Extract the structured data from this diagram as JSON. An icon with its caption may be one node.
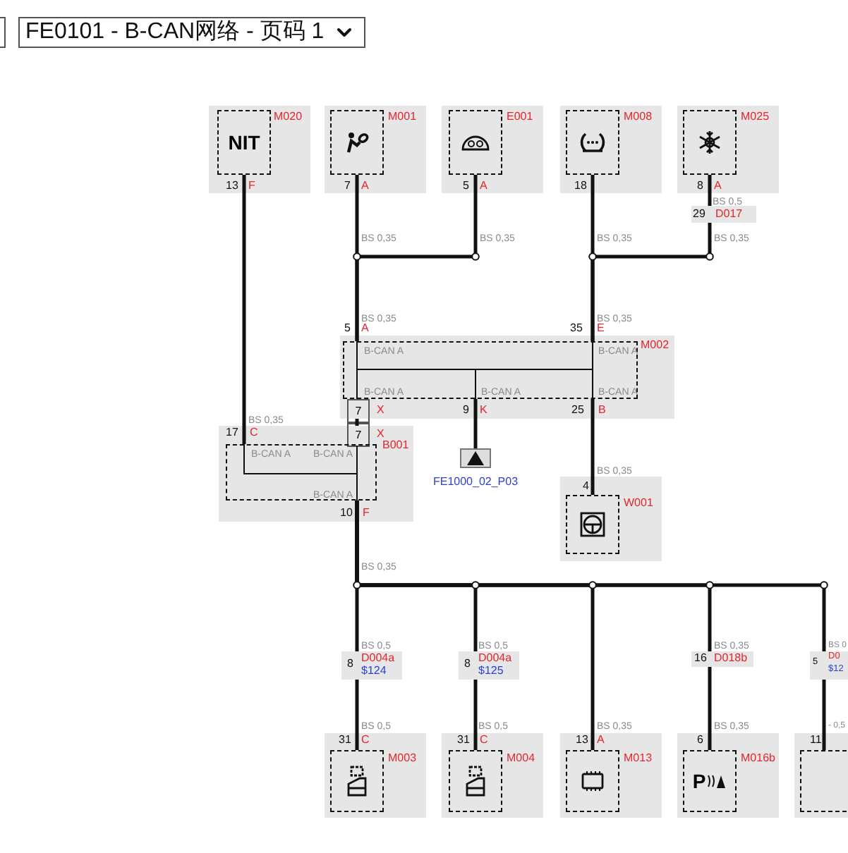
{
  "diagram": {
    "title": "FE0101 - B-CAN网络 - 页码 1",
    "nodes": [
      {
        "text": [
          "M020"
        ],
        "beside": [
          "13",
          "F"
        ]
      },
      {
        "text": [
          "NIT"
        ],
        "in": 0
      },
      {
        "text": [
          "M001"
        ],
        "beside": [
          "7",
          "A"
        ]
      },
      {
        "text": [],
        "shape": "picture",
        "in": 2
      },
      {
        "text": [
          "E001"
        ],
        "beside": [
          "5",
          "A"
        ]
      },
      {
        "text": [],
        "shape": "picture",
        "in": 4
      },
      {
        "text": [
          "M008"
        ],
        "beside": [
          "18"
        ]
      },
      {
        "text": [],
        "shape": "picture",
        "in": 6
      },
      {
        "text": [
          "M025"
        ],
        "beside": [
          "8",
          "A"
        ]
      },
      {
        "text": [],
        "shape": "picture",
        "in": 8
      },
      {
        "text": [
          "29",
          "D017"
        ]
      },
      {
        "text": [
          "M002"
        ],
        "beside": [
          "5",
          "A",
          "35",
          "E",
          "7",
          "X",
          "9",
          "K",
          "25",
          "B"
        ]
      },
      {
        "text": [
          "B-CAN A",
          "B-CAN A",
          "B-CAN A",
          "B-CAN A",
          "B-CAN A"
        ],
        "in": 11
      },
      {
        "text": [
          "B001"
        ],
        "beside": [
          "17",
          "C",
          "7",
          "X",
          "10",
          "F"
        ]
      },
      {
        "text": [
          "B-CAN A",
          "B-CAN A",
          "B-CAN A"
        ],
        "in": 13
      },
      {
        "text": [
          "FE1000_02_P03"
        ]
      },
      {
        "text": [
          "W001"
        ],
        "beside": [
          "4"
        ]
      },
      {
        "text": [],
        "shape": "picture",
        "in": 16
      },
      {
        "text": [
          "8",
          "D004a",
          "$124"
        ]
      },
      {
        "text": [
          "8",
          "D004a",
          "$125"
        ]
      },
      {
        "text": [
          "16",
          "D018b"
        ]
      },
      {
        "text": [
          "5",
          "D0",
          "$12"
        ]
      },
      {
        "text": [
          "M003"
        ],
        "beside": [
          "31",
          "C"
        ]
      },
      {
        "text": [],
        "shape": "picture",
        "in": 22
      },
      {
        "text": [
          "M004"
        ],
        "beside": [
          "31",
          "C"
        ]
      },
      {
        "text": [],
        "shape": "picture",
        "in": 24
      },
      {
        "text": [
          "M013"
        ],
        "beside": [
          "13",
          "A"
        ]
      },
      {
        "text": [],
        "shape": "picture",
        "in": 26
      },
      {
        "text": [
          "M016b"
        ],
        "beside": [
          "6"
        ]
      },
      {
        "text": [
          "P"
        ],
        "in": 28
      },
      {
        "text": [],
        "shape": "box",
        "beside": [
          "11"
        ]
      },
      {
        "text": [],
        "shape": "box",
        "in": 30
      }
    ],
    "edges": [
      {
        "from": 1,
        "to": 14,
        "arrow": "none"
      },
      {
        "from": 3,
        "to": 12,
        "arrow": "none"
      },
      {
        "from": 5,
        "to": 12,
        "arrow": "none"
      },
      {
        "from": 7,
        "to": 12,
        "arrow": "none"
      },
      {
        "from": 9,
        "to": 10,
        "arrow": "none"
      },
      {
        "from": 10,
        "to": 12,
        "arrow": "none"
      },
      {
        "from": 11,
        "to": 13,
        "arrow": "none"
      },
      {
        "from": 12,
        "to": 15,
        "arrow": "none"
      },
      {
        "from": 12,
        "to": 17,
        "arrow": "none"
      },
      {
        "from": 14,
        "to": 18,
        "arrow": "none"
      },
      {
        "from": 14,
        "to": 19,
        "arrow": "none"
      },
      {
        "from": 14,
        "to": 27,
        "arrow": "none"
      },
      {
        "from": 14,
        "to": 20,
        "arrow": "none"
      },
      {
        "from": 14,
        "to": 21,
        "arrow": "none"
      },
      {
        "from": 18,
        "to": 23,
        "arrow": "none"
      },
      {
        "from": 19,
        "to": 25,
        "arrow": "none"
      },
      {
        "from": 20,
        "to": 29,
        "arrow": "none"
      },
      {
        "from": 21,
        "to": 31,
        "arrow": "none"
      }
    ],
    "labels": [
      "BS 0,5",
      "BS 0,35",
      "BS 0,35",
      "BS 0,35",
      "BS 0,35",
      "BS 0,35",
      "BS 0,35",
      "BS 0,35",
      "BS 0,35",
      "BS 0,35",
      "BS 0,5",
      "BS 0,5",
      "BS 0,35",
      "BS 0",
      "BS 0,5",
      "BS 0,5",
      "BS 0,35",
      "BS 0,35",
      "- 0,5"
    ]
  }
}
